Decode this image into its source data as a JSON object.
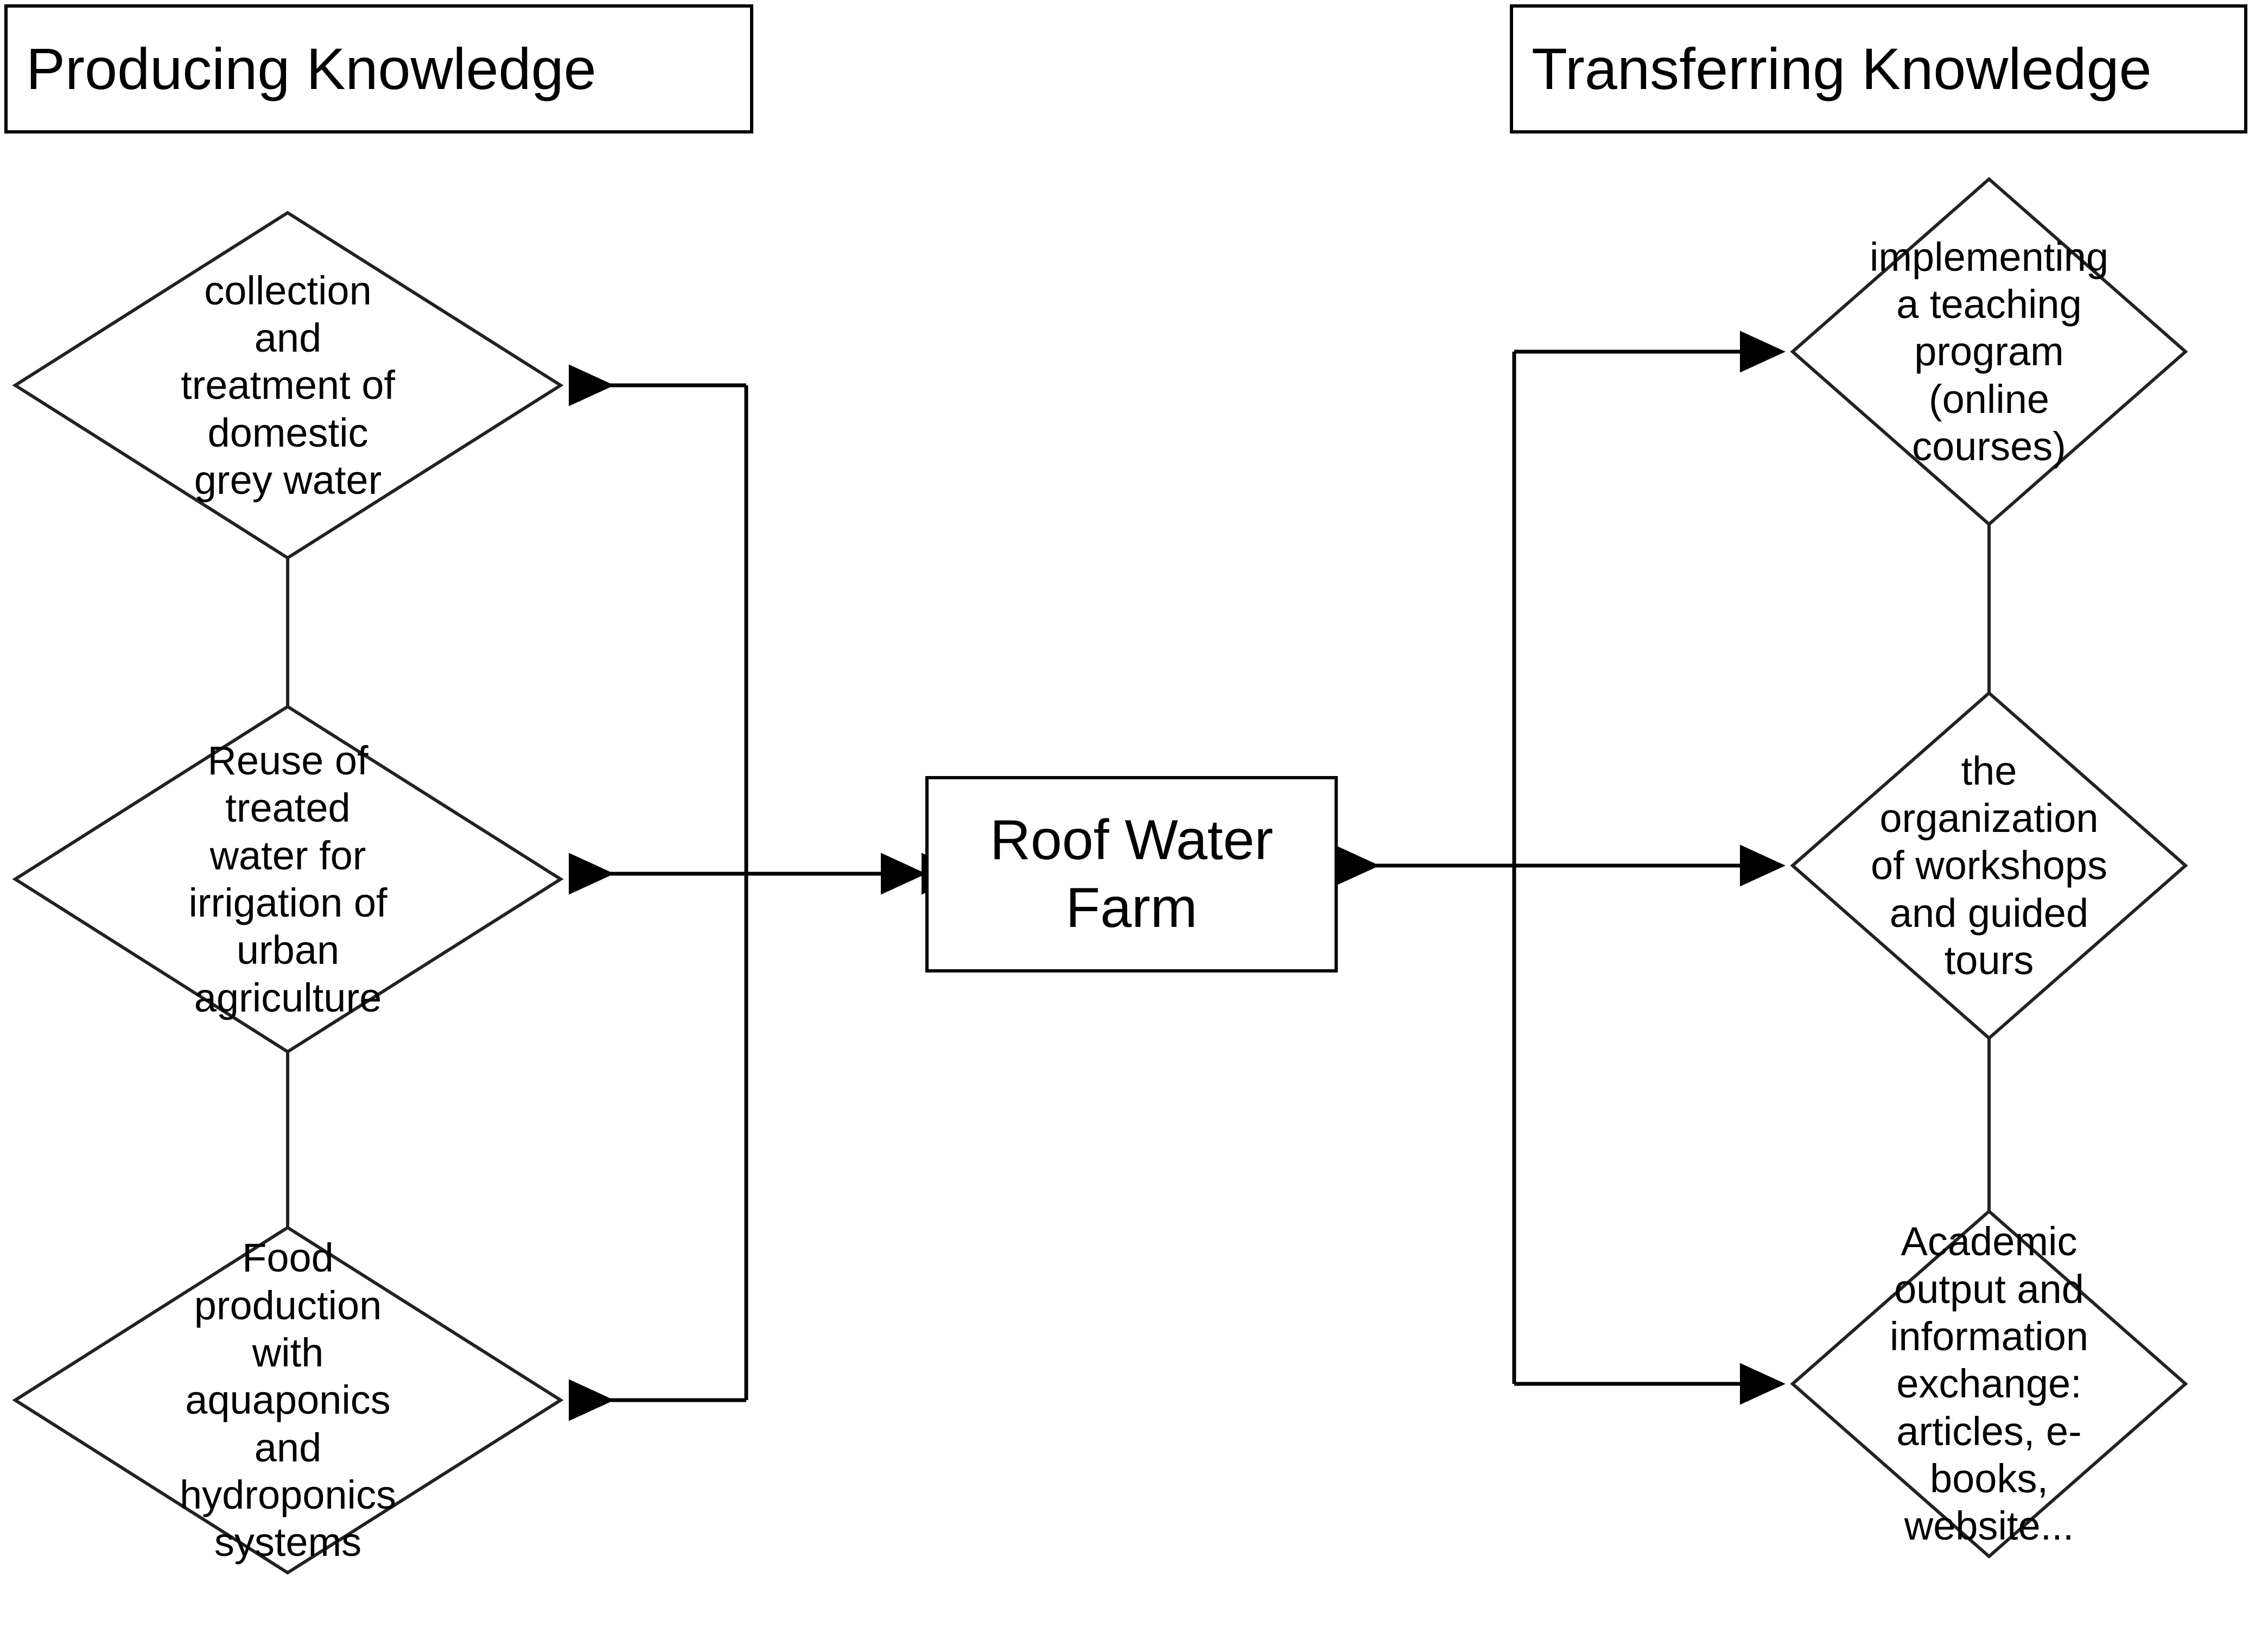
{
  "diagram": {
    "title_left": "Producing Knowledge",
    "title_right": "Transferring Knowledge",
    "center_node": "Roof Water\nFarm",
    "left_nodes": [
      {
        "label": "collection\nand\ntreatment of\ndomestic\ngrey water"
      },
      {
        "label": "Reuse of\ntreated\nwater for\nirrigation of\nurban\nagriculture"
      },
      {
        "label": "Food\nproduction\nwith\naquaponics\nand\nhydroponics\nsystems"
      }
    ],
    "right_nodes": [
      {
        "label": "implementing\na teaching\nprogram\n(online\ncourses)"
      },
      {
        "label": "the\norganization\nof workshops\nand guided\ntours"
      },
      {
        "label": "Academic\noutput and\ninformation\nexchange:\narticles, e-\nbooks,\nwebsite..."
      }
    ],
    "colors": {
      "stroke": "#000000",
      "background": "#ffffff",
      "text": "#000000"
    }
  }
}
